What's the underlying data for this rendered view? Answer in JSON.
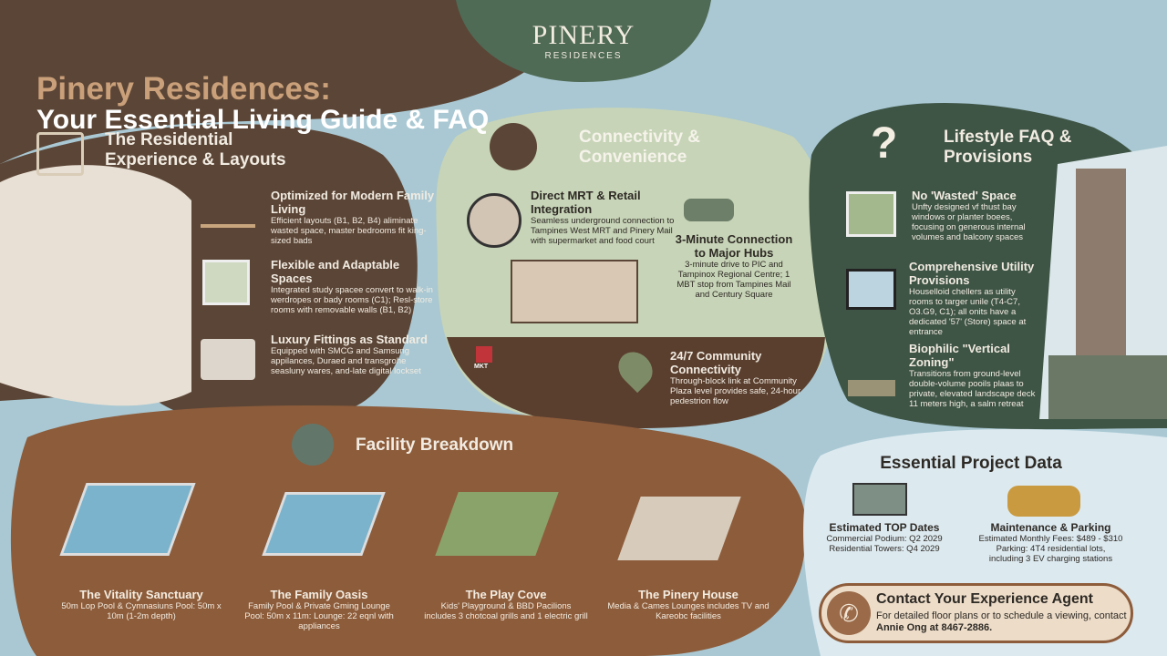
{
  "header": {
    "title_line1": "Pinery Residences:",
    "title_line2": "Your Essential Living Guide & FAQ",
    "logo_name": "PINERY",
    "logo_sub": "RESIDENCES"
  },
  "residential": {
    "title": "The Residential Experience & Layouts",
    "icon": "floorplan-icon",
    "items": [
      {
        "title": "Optimized for Modern Family Living",
        "text": "Efficient layouts (B1, B2, B4) aliminate wasted space, master bedrooms fit king-sized bads",
        "icon": "balance-icon"
      },
      {
        "title": "Flexible and Adaptable Spaces",
        "text": "Integrated study spacee convert to walk-in werdropes or bady rooms (C1); Resl-store rooms with removable walls (B1, B2)",
        "icon": "room-icon"
      },
      {
        "title": "Luxury Fittings as Standard",
        "text": "Equipped with SMCG and Samsung appilances, Duraed and transgrohe seasluny wares, and-late digital lockset",
        "icon": "washer-bath-icon"
      }
    ]
  },
  "connectivity": {
    "title": "Connectivity & Convenience",
    "icon": "train-shopping-icon",
    "items": [
      {
        "title": "Direct MRT & Retail Integration",
        "text": "Seamless underground connection to Tampines West MRT and Pinery Mail with supermarket and food court"
      },
      {
        "title": "3-Minute Connection to Major Hubs",
        "text": "3-minute drive to PIC and Tampinox Regional Centre; 1 MBT stop from Tampines Mail and Century Square"
      },
      {
        "title": "24/7 Community Connectivity",
        "text": "Through-block link at Community Plaza level provides safe, 24-hour pedestrion flow"
      }
    ],
    "mrt_label": "MKT"
  },
  "faq": {
    "title": "Lifestyle FAQ & Provisions",
    "icon": "question-house-icon",
    "items": [
      {
        "title": "No 'Wasted' Space",
        "text": "Unfty designed vf thust bay windows or planter boees, focusing on generous internal volumes and balcony spaces"
      },
      {
        "title": "Comprehensive Utility Provisions",
        "text": "Houselloid chellers as utility rooms to targer unile (T4-C7, O3.G9, C1); all onits have a dedicated '57' (Store) space at entrance"
      },
      {
        "title": "Biophilic \"Vertical Zoning\"",
        "text": "Transitions from ground-level double-volume pooils plaas to private, elevated landscape deck 11 meters high, a salm retreat"
      }
    ]
  },
  "facilities": {
    "title": "Facility Breakdown",
    "icon": "pool-ladder-icon",
    "items": [
      {
        "title": "The Vitality Sanctuary",
        "text": "50m Lop Pool & Cymnasiuns Pool: 50m x 10m (1-2m depth)"
      },
      {
        "title": "The Family Oasis",
        "text": "Family Pool & Private Gming Lounge Pool: 50m x 11m: Lounge: 22 eqnl with appliances"
      },
      {
        "title": "The Play Cove",
        "text": "Kids' Playground & BBD Pacilions includes 3 chotcoal grills and 1 electric grill"
      },
      {
        "title": "The Pinery House",
        "text": "Media & Cames Lounges includes TV and Kareobc facilities"
      }
    ]
  },
  "project_data": {
    "title": "Essential Project Data",
    "top": {
      "title": "Estimated TOP Dates",
      "line1": "Commercial Podium: Q2 2029",
      "line2": "Residential Towers: Q4 2029"
    },
    "maint": {
      "title": "Maintenance & Parking",
      "line1": "Estimated Monthly Fees: $489 - $310",
      "line2": "Parking: 4T4 residential lots,",
      "line3": "including 3 EV charging stations"
    }
  },
  "contact": {
    "title": "Contact Your Experience Agent",
    "text": "For detailed floor plans or to schedule a viewing, contact",
    "name": "Annie Ong at 8467-2886.",
    "icon": "phone-icon"
  },
  "colors": {
    "brown_dark": "#5b4536",
    "green_dark": "#3e5445",
    "green_light": "#c7d4b7",
    "brown_light": "#8d5c3b",
    "water": "#a9c8d3"
  }
}
